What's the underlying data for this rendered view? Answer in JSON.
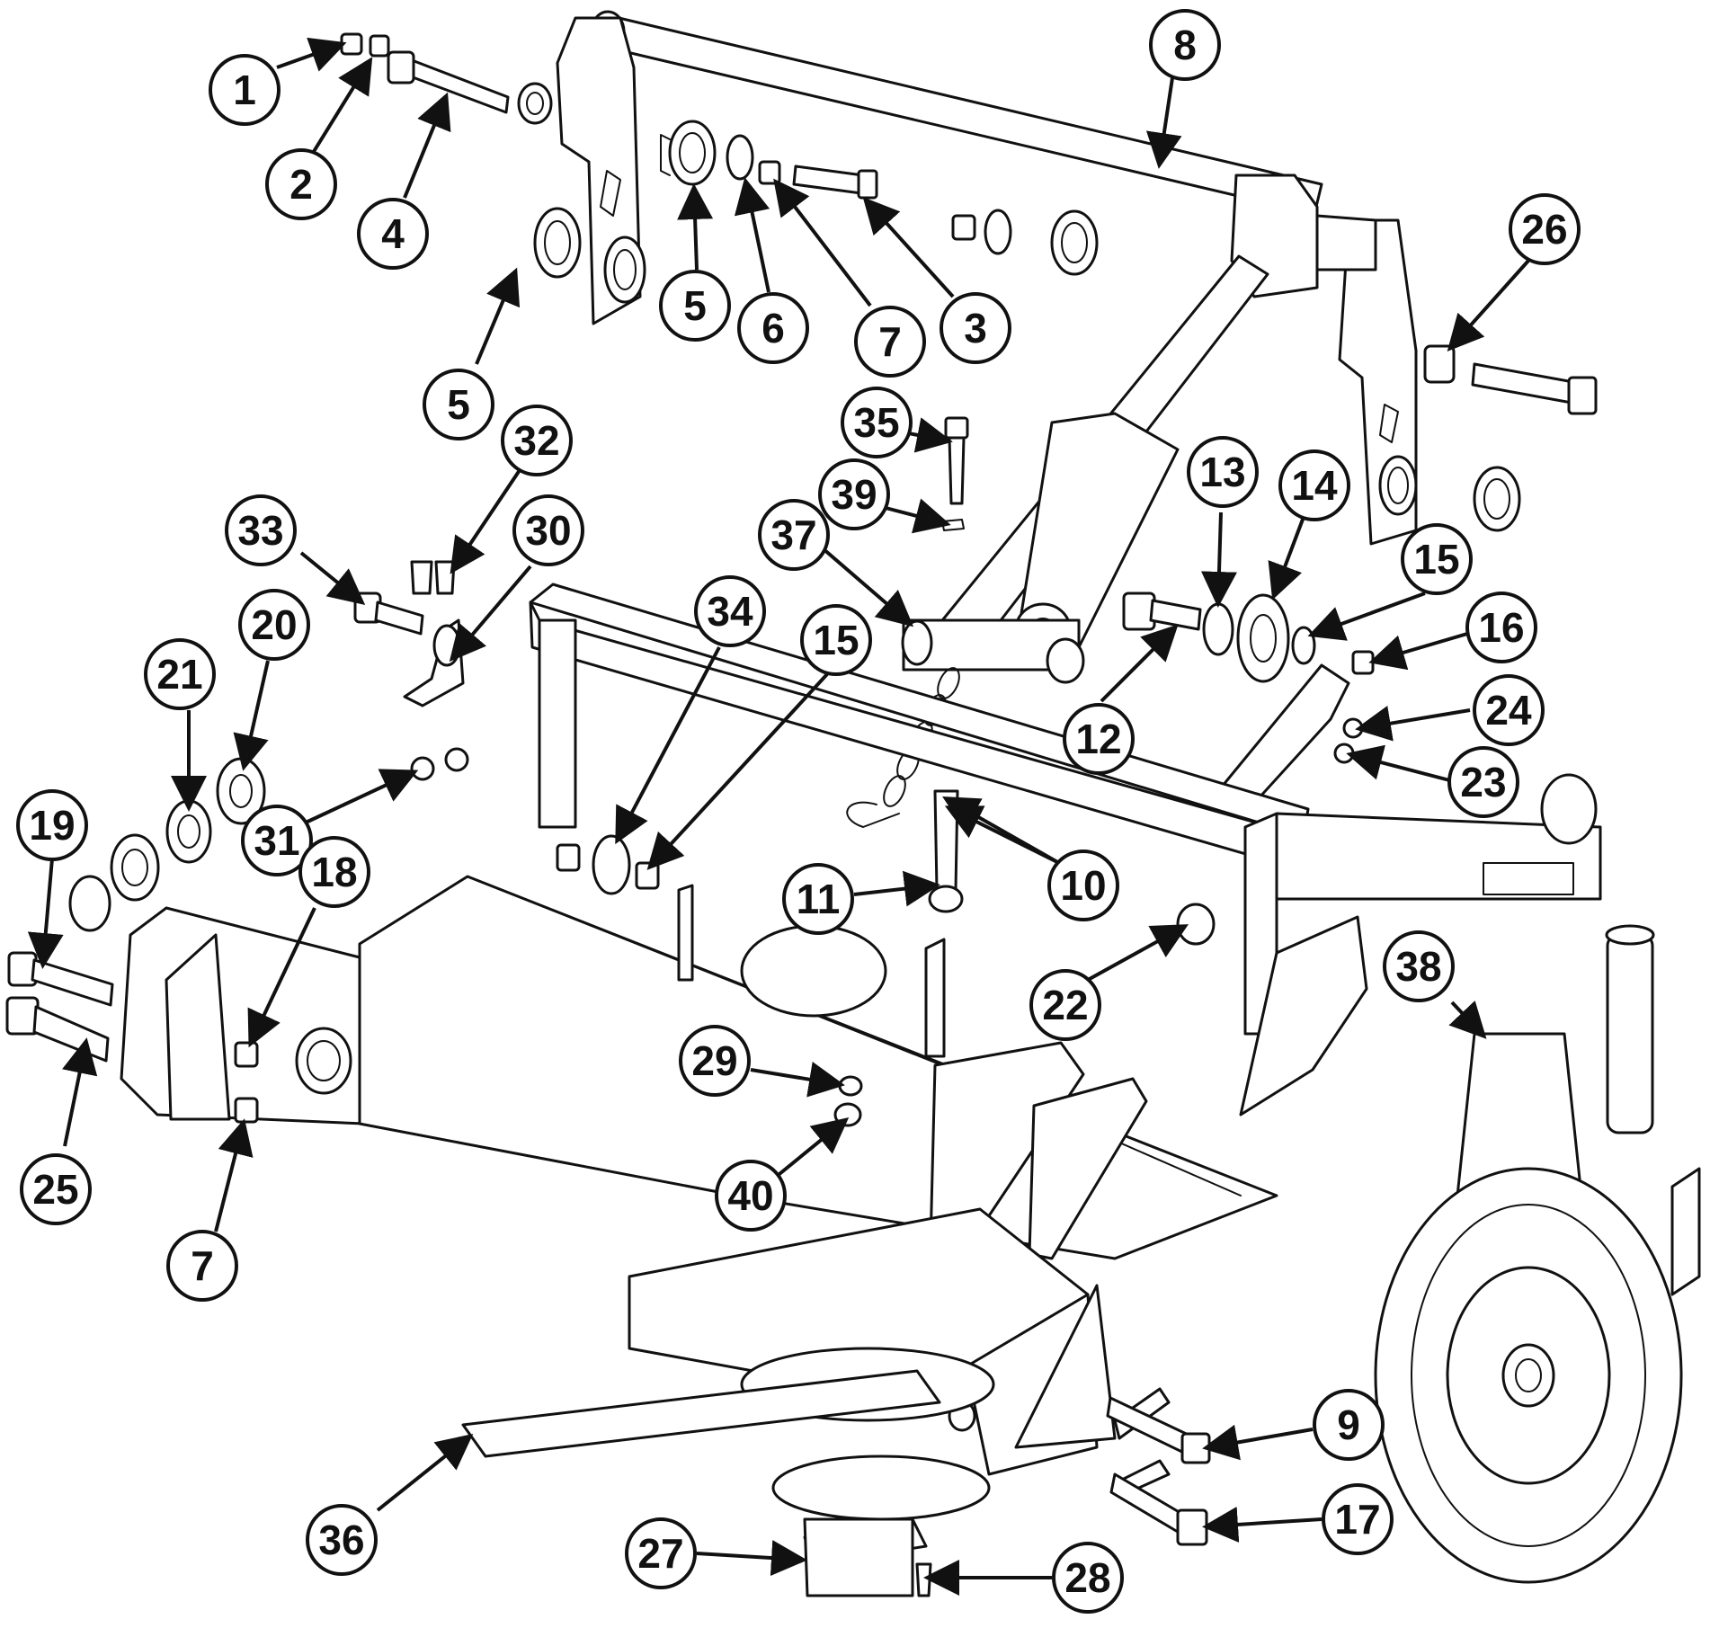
{
  "colors": {
    "ink": "#111111",
    "background": "#ffffff"
  },
  "callouts": [
    {
      "label": "1"
    },
    {
      "label": "2"
    },
    {
      "label": "4"
    },
    {
      "label": "8"
    },
    {
      "label": "5"
    },
    {
      "label": "6"
    },
    {
      "label": "7"
    },
    {
      "label": "3"
    },
    {
      "label": "26"
    },
    {
      "label": "5"
    },
    {
      "label": "32"
    },
    {
      "label": "35"
    },
    {
      "label": "39"
    },
    {
      "label": "13"
    },
    {
      "label": "14"
    },
    {
      "label": "33"
    },
    {
      "label": "30"
    },
    {
      "label": "37"
    },
    {
      "label": "15"
    },
    {
      "label": "20"
    },
    {
      "label": "34"
    },
    {
      "label": "15"
    },
    {
      "label": "16"
    },
    {
      "label": "21"
    },
    {
      "label": "12"
    },
    {
      "label": "24"
    },
    {
      "label": "23"
    },
    {
      "label": "19"
    },
    {
      "label": "31"
    },
    {
      "label": "18"
    },
    {
      "label": "11"
    },
    {
      "label": "10"
    },
    {
      "label": "38"
    },
    {
      "label": "22"
    },
    {
      "label": "29"
    },
    {
      "label": "25"
    },
    {
      "label": "40"
    },
    {
      "label": "7"
    },
    {
      "label": "9"
    },
    {
      "label": "17"
    },
    {
      "label": "36"
    },
    {
      "label": "27"
    },
    {
      "label": "28"
    }
  ]
}
